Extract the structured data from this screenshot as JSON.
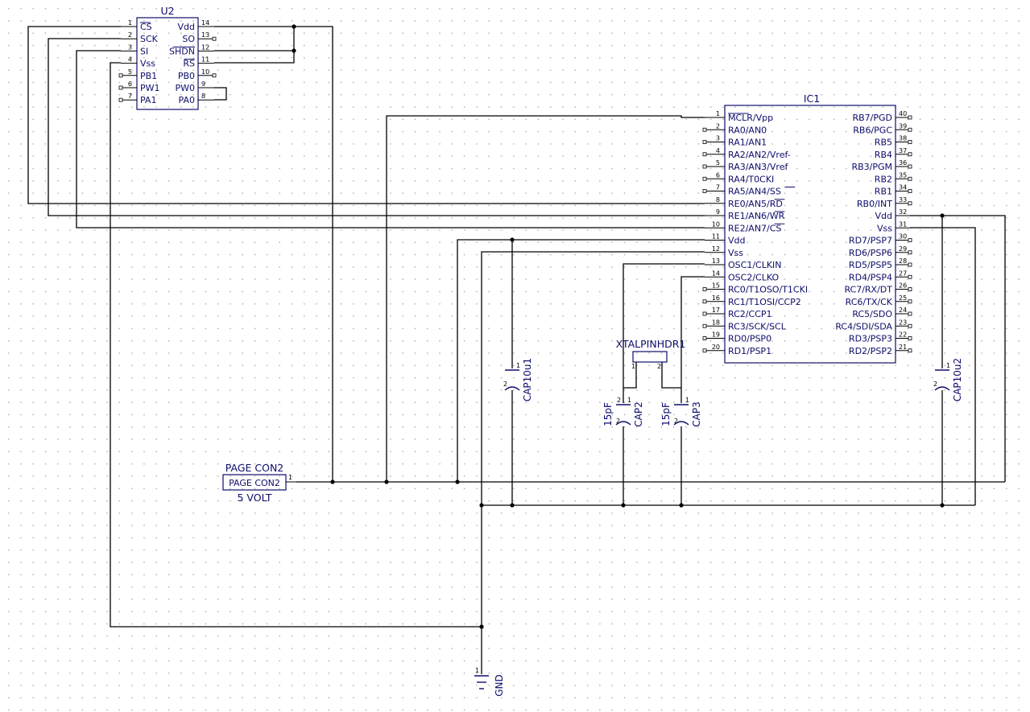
{
  "u2": {
    "ref": "U2",
    "left_pins": [
      {
        "num": "1",
        "label": "CS"
      },
      {
        "num": "2",
        "label": "SCK"
      },
      {
        "num": "3",
        "label": "SI"
      },
      {
        "num": "4",
        "label": "Vss"
      },
      {
        "num": "5",
        "label": "PB1"
      },
      {
        "num": "6",
        "label": "PW1"
      },
      {
        "num": "7",
        "label": "PA1"
      }
    ],
    "right_pins": [
      {
        "num": "14",
        "label": "Vdd"
      },
      {
        "num": "13",
        "label": "SO"
      },
      {
        "num": "12",
        "label": "SHDN"
      },
      {
        "num": "11",
        "label": "RS"
      },
      {
        "num": "10",
        "label": "PB0"
      },
      {
        "num": "9",
        "label": "PW0"
      },
      {
        "num": "8",
        "label": "PA0"
      }
    ]
  },
  "ic1": {
    "ref": "IC1",
    "left_pins": [
      {
        "num": "1",
        "label": "MCLR/Vpp"
      },
      {
        "num": "2",
        "label": "RA0/AN0"
      },
      {
        "num": "3",
        "label": "RA1/AN1"
      },
      {
        "num": "4",
        "label": "RA2/AN2/Vref-"
      },
      {
        "num": "5",
        "label": "RA3/AN3/Vref"
      },
      {
        "num": "6",
        "label": "RA4/T0CKI"
      },
      {
        "num": "7",
        "label": "RA5/AN4/SS"
      },
      {
        "num": "8",
        "label": "RE0/AN5/RD"
      },
      {
        "num": "9",
        "label": "RE1/AN6/WR"
      },
      {
        "num": "10",
        "label": "RE2/AN7/CS"
      },
      {
        "num": "11",
        "label": "Vdd"
      },
      {
        "num": "12",
        "label": "Vss"
      },
      {
        "num": "13",
        "label": "OSC1/CLKIN"
      },
      {
        "num": "14",
        "label": "OSC2/CLKO"
      },
      {
        "num": "15",
        "label": "RC0/T1OSO/T1CKI"
      },
      {
        "num": "16",
        "label": "RC1/T1OSI/CCP2"
      },
      {
        "num": "17",
        "label": "RC2/CCP1"
      },
      {
        "num": "18",
        "label": "RC3/SCK/SCL"
      },
      {
        "num": "19",
        "label": "RD0/PSP0"
      },
      {
        "num": "20",
        "label": "RD1/PSP1"
      }
    ],
    "right_pins": [
      {
        "num": "40",
        "label": "RB7/PGD"
      },
      {
        "num": "39",
        "label": "RB6/PGC"
      },
      {
        "num": "38",
        "label": "RB5"
      },
      {
        "num": "37",
        "label": "RB4"
      },
      {
        "num": "36",
        "label": "RB3/PGM"
      },
      {
        "num": "35",
        "label": "RB2"
      },
      {
        "num": "34",
        "label": "RB1"
      },
      {
        "num": "33",
        "label": "RB0/INT"
      },
      {
        "num": "32",
        "label": "Vdd"
      },
      {
        "num": "31",
        "label": "Vss"
      },
      {
        "num": "30",
        "label": "RD7/PSP7"
      },
      {
        "num": "29",
        "label": "RD6/PSP6"
      },
      {
        "num": "28",
        "label": "RD5/PSP5"
      },
      {
        "num": "27",
        "label": "RD4/PSP4"
      },
      {
        "num": "26",
        "label": "RC7/RX/DT"
      },
      {
        "num": "25",
        "label": "RC6/TX/CK"
      },
      {
        "num": "24",
        "label": "RC5/SDO"
      },
      {
        "num": "23",
        "label": "RC4/SDI/SDA"
      },
      {
        "num": "22",
        "label": "RD3/PSP3"
      },
      {
        "num": "21",
        "label": "RD2/PSP2"
      }
    ]
  },
  "page_con": {
    "ref": "PAGE CON2",
    "label": "PAGE CON2",
    "value": "5 VOLT",
    "pin": "1"
  },
  "xtal": {
    "ref": "XTALPINHDR1",
    "pin1": "1",
    "pin2": "2"
  },
  "caps": {
    "cap10u1": {
      "ref": "CAP10u1",
      "pin1": "1",
      "pin2": "2"
    },
    "cap10u2": {
      "ref": "CAP10u2",
      "pin1": "1",
      "pin2": "2"
    },
    "cap2": {
      "ref": "CAP2",
      "value": "15pF",
      "pin1": "1",
      "pin2": "2"
    },
    "cap3": {
      "ref": "CAP3",
      "value": "15pF",
      "pin1": "1",
      "pin2": "2"
    }
  },
  "gnd": {
    "ref": "GND",
    "pin": "1"
  }
}
